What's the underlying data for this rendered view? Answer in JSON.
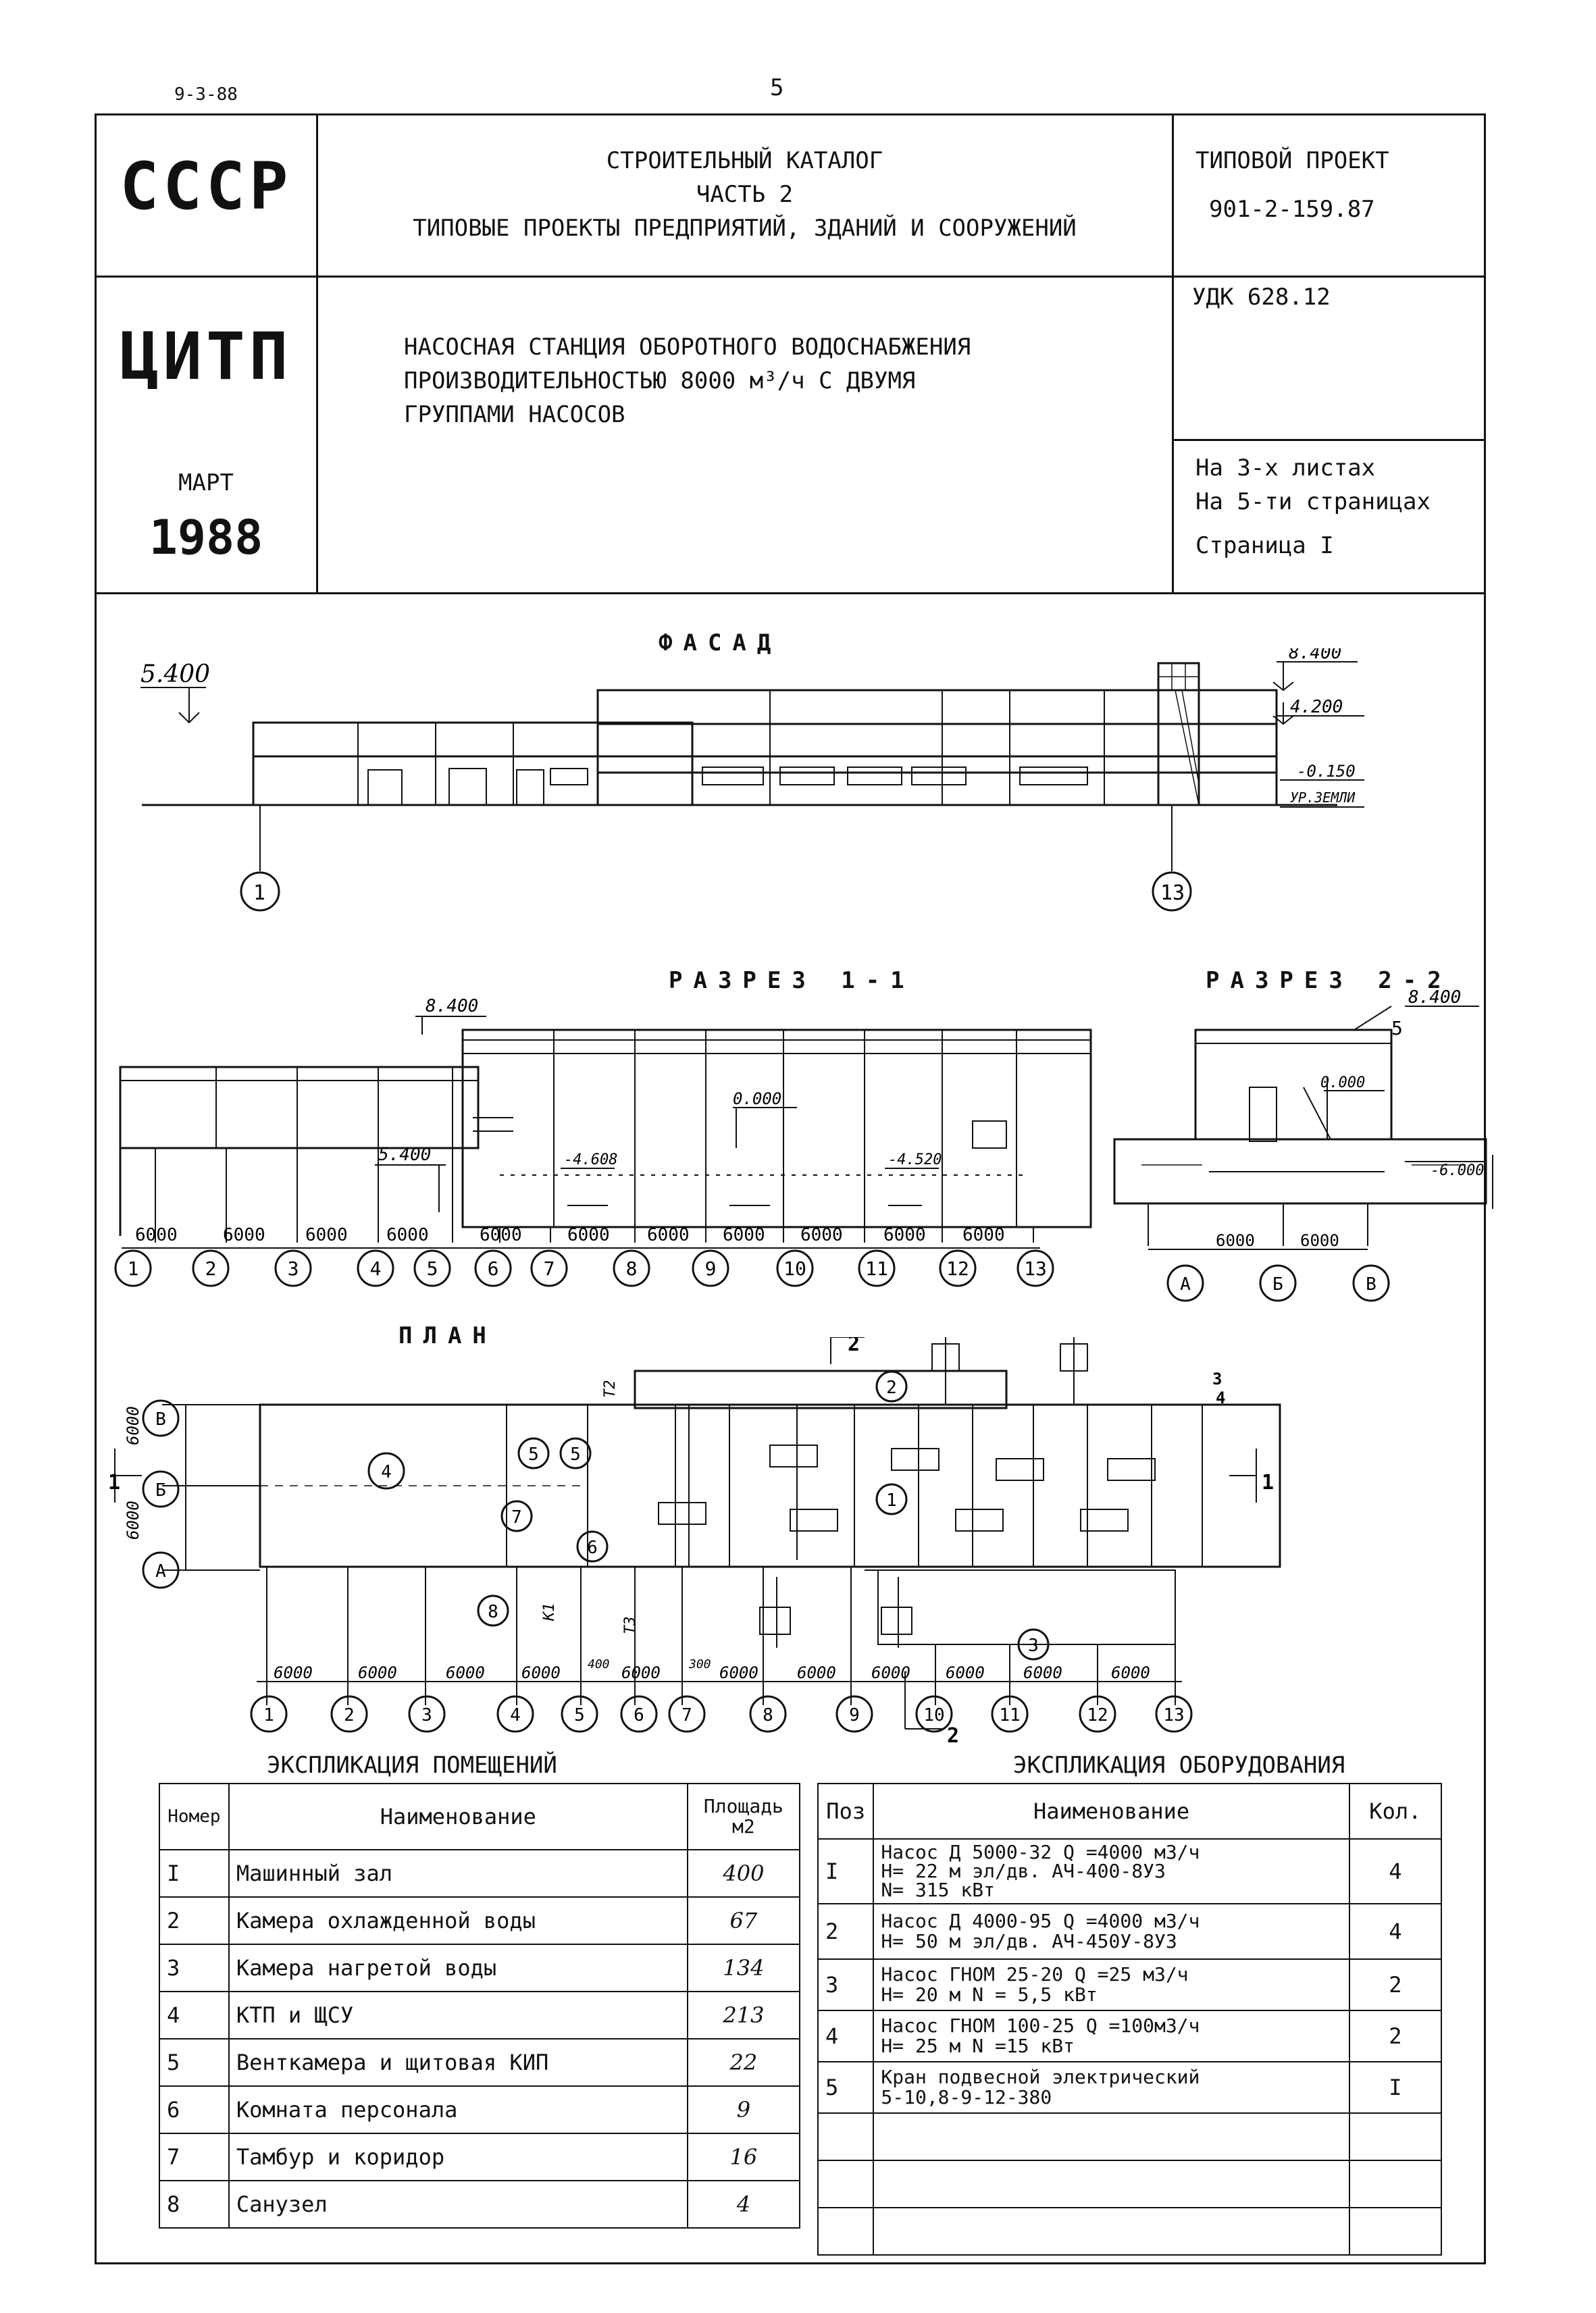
{
  "top": {
    "code": "9-3-88",
    "page_number": "5"
  },
  "header": {
    "country": "СССР",
    "org": "ЦИТП",
    "month": "МАРТ",
    "year": "1988",
    "catalog_line1": "СТРОИТЕЛЬНЫЙ КАТАЛОГ",
    "catalog_line2": "ЧАСТЬ 2",
    "catalog_line3": "ТИПОВЫЕ ПРОЕКТЫ ПРЕДПРИЯТИЙ, ЗДАНИЙ И СООРУЖЕНИЙ",
    "project_label": "ТИПОВОЙ ПРОЕКТ",
    "project_code": "901-2-159.87",
    "udk": "УДК 628.12",
    "title_line1": "НАСОСНАЯ СТАНЦИЯ ОБОРОТНОГО ВОДОСНАБЖЕНИЯ",
    "title_line2": "ПРОИЗВОДИТЕЛЬНОСТЬЮ 8000 м³/ч С ДВУМЯ",
    "title_line3": "ГРУППАМИ НАСОСОВ",
    "sheets": "На 3-х листах",
    "pages": "На 5-ти страницах",
    "page": "Страница I"
  },
  "drawings": {
    "facade_title": "ФАСАД",
    "section11_title": "РАЗРЕЗ 1-1",
    "section22_title": "РАЗРЕЗ 2-2",
    "plan_title": "ПЛАН",
    "facade_marks": [
      "5.400",
      "8.400",
      "4.200",
      "-0.150",
      "УР.ЗЕМЛИ"
    ],
    "facade_axes": [
      "1",
      "13"
    ],
    "section_marks": [
      "8.400",
      "5.400",
      "0.000",
      "-4.608",
      "-4.520",
      "8.400",
      "0.000",
      "-6.000",
      "5"
    ],
    "spans": [
      "6000",
      "6000",
      "6000",
      "6000",
      "6000",
      "6000",
      "6000",
      "6000",
      "6000",
      "6000",
      "6000"
    ],
    "axes": [
      "1",
      "2",
      "3",
      "4",
      "5",
      "6",
      "7",
      "8",
      "9",
      "10",
      "11",
      "12",
      "13"
    ],
    "section22_axes": [
      "А",
      "Б",
      "В"
    ],
    "section22_spans": [
      "6000",
      "6000"
    ],
    "plan_rows": [
      "В",
      "Б",
      "А"
    ],
    "plan_row_spans": [
      "6000",
      "6000"
    ],
    "plan_room_marks": [
      "1",
      "2",
      "3",
      "4",
      "5",
      "5",
      "6",
      "7",
      "8"
    ],
    "plan_cut_marks": [
      "1",
      "1",
      "2",
      "2",
      "3",
      "4"
    ],
    "plan_misc_labels": [
      "K1",
      "T2",
      "T3",
      "300",
      "400"
    ]
  },
  "rooms_table": {
    "caption": "ЭКСПЛИКАЦИЯ ПОМЕЩЕНИЙ",
    "col_num": "Номер",
    "col_name": "Наименование",
    "col_area": "Площадь м2",
    "rows": [
      {
        "num": "I",
        "name": "Машинный зал",
        "area": "400"
      },
      {
        "num": "2",
        "name": "Камера охлажденной воды",
        "area": "67"
      },
      {
        "num": "3",
        "name": "Камера нагретой воды",
        "area": "134"
      },
      {
        "num": "4",
        "name": "КТП и ЩСУ",
        "area": "213"
      },
      {
        "num": "5",
        "name": "Венткамера и щитовая КИП",
        "area": "22"
      },
      {
        "num": "6",
        "name": "Комната персонала",
        "area": "9"
      },
      {
        "num": "7",
        "name": "Тамбур и коридор",
        "area": "16"
      },
      {
        "num": "8",
        "name": "Санузел",
        "area": "4"
      }
    ]
  },
  "equipment_table": {
    "caption": "ЭКСПЛИКАЦИЯ ОБОРУДОВАНИЯ",
    "col_pos": "Поз",
    "col_name": "Наименование",
    "col_qty": "Кол.",
    "rows": [
      {
        "pos": "I",
        "l1": "Насос Д 5000-32   Q =4000 м3/ч",
        "l2": "Н= 22 м эл/дв. АЧ-400-8УЗ",
        "l3": "N= 315 кВт",
        "qty": "4"
      },
      {
        "pos": "2",
        "l1": "Насос Д 4000-95   Q =4000 м3/ч",
        "l2": "Н= 50 м эл/дв. АЧ-450У-8УЗ",
        "l3": "",
        "qty": "4"
      },
      {
        "pos": "3",
        "l1": "Насос ГНОМ 25-20   Q =25 м3/ч",
        "l2": "Н= 20 м      N = 5,5 кВт",
        "l3": "",
        "qty": "2"
      },
      {
        "pos": "4",
        "l1": "Насос ГНОМ 100-25   Q =100м3/ч",
        "l2": "Н= 25 м     N =15 кВт",
        "l3": "",
        "qty": "2"
      },
      {
        "pos": "5",
        "l1": "Кран подвесной электрический",
        "l2": "5-10,8-9-12-380",
        "l3": "",
        "qty": "I"
      }
    ]
  }
}
